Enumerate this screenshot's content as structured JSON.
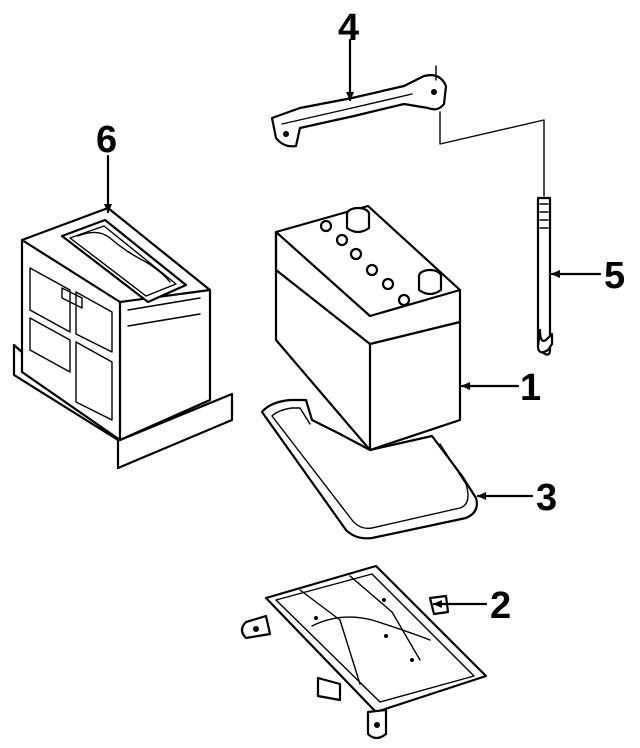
{
  "diagram": {
    "callouts": {
      "c1": "1",
      "c2": "2",
      "c3": "3",
      "c4": "4",
      "c5": "5",
      "c6": "6"
    }
  }
}
